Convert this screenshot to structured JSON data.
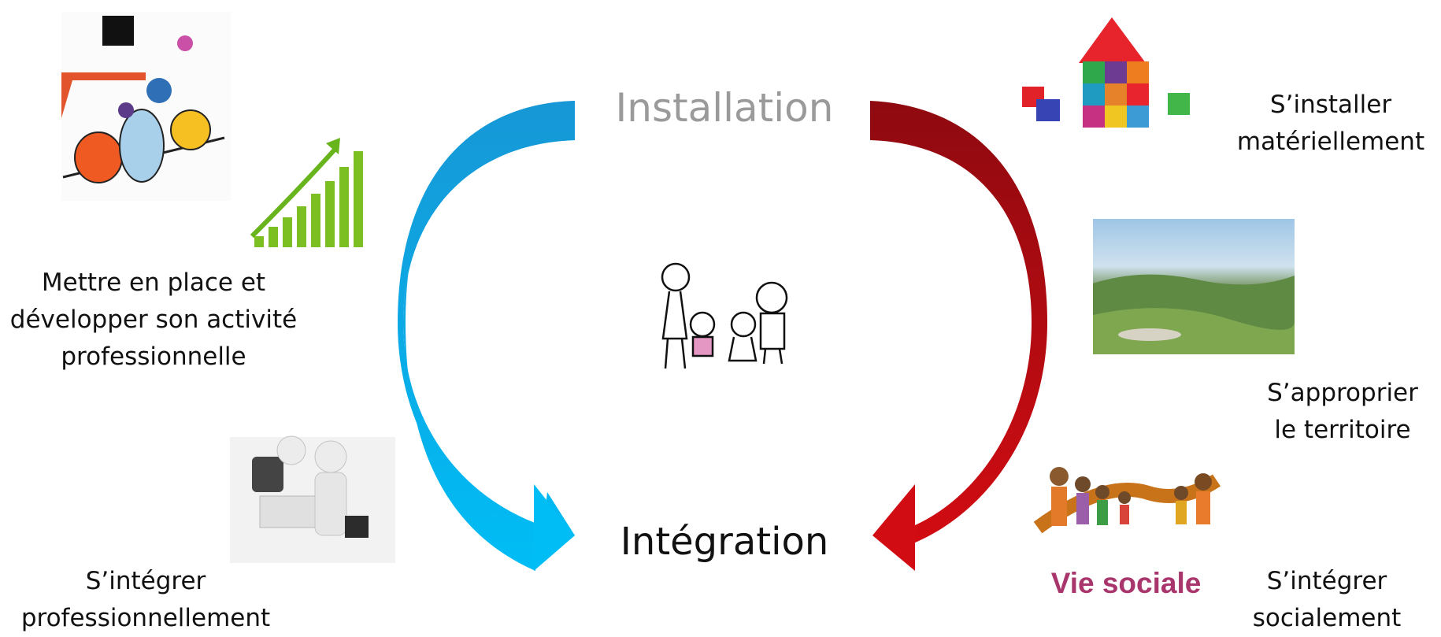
{
  "diagram": {
    "title_top": "Installation",
    "title_bottom": "Intégration",
    "left_top_caption": [
      "Mettre en place et",
      "développer son activité",
      "professionnelle"
    ],
    "left_bottom_caption": [
      "S’intégrer",
      "professionnellement"
    ],
    "right_top_caption": [
      "S’installer",
      "matériellement"
    ],
    "right_middle_caption": [
      "S’approprier",
      "le territoire"
    ],
    "right_bottom_caption": [
      "S’intégrer",
      "socialement"
    ],
    "vie_sociale_label": "Vie sociale",
    "colors": {
      "left_arrow": "#19a6df",
      "right_arrow": "#b80a14",
      "title_top": "#9a9a9a",
      "vie_sociale": "#a8356c"
    },
    "images": [
      "machine-illustration",
      "growth-chart-icon",
      "handshake-illustration",
      "family-illustration",
      "blocks-house-illustration",
      "landscape-photo",
      "crowd-illustration"
    ]
  }
}
